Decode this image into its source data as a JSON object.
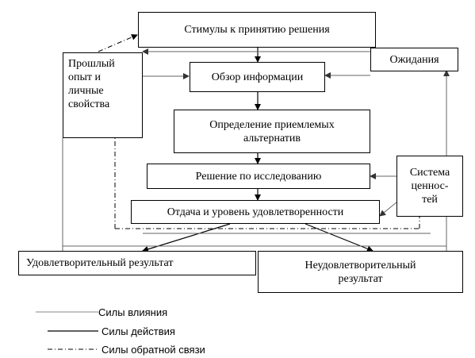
{
  "diagram": {
    "nodes": {
      "stimuli": "Стимулы к принятию решения",
      "past": "Прошлый опыт и личные свойства",
      "expectations": "Ожидания",
      "info_review": "Обзор информации",
      "alternatives": "Определение приемлемых альтернатив",
      "decision": "Решение по исследованию",
      "values": "Система ценнос-тей",
      "feedback": "Отдача и уровень удовлетворенности",
      "satisfactory": "Удовлетворительный результат",
      "unsatisfactory": "Неудовлетворительный результат"
    },
    "legend": [
      {
        "label": "Силы влияния",
        "style": "thin"
      },
      {
        "label": "Силы действия",
        "style": "solid"
      },
      {
        "label": "Силы обратной связи",
        "style": "dash-dot"
      }
    ]
  }
}
